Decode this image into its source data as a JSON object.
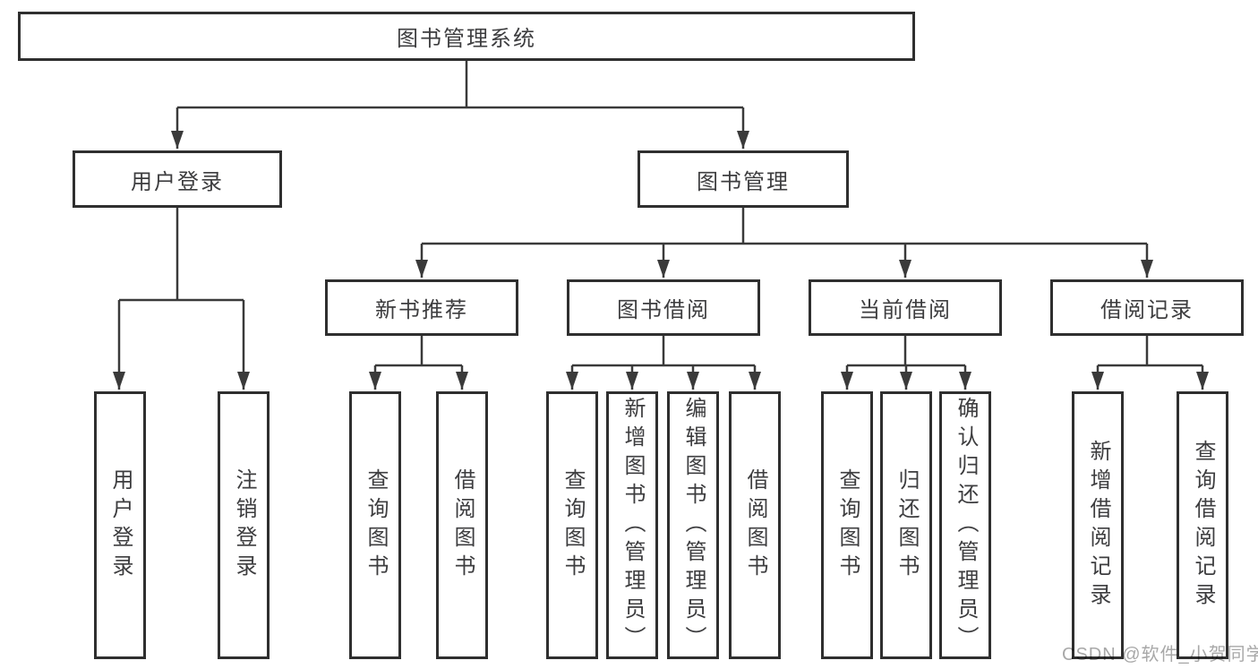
{
  "title": "图书管理系统",
  "watermark": "CSDN @软件_小贺同学",
  "colors": {
    "line": "#3a3a3a",
    "box_border": "#2f2f2f",
    "box_background": "#ffffff",
    "text": "#3d3d3f",
    "watermark": "#a8a8a8",
    "page_background": "#ffffff"
  },
  "tree": {
    "root": {
      "label": "图书管理系统",
      "children": [
        {
          "label": "用户登录",
          "children": [
            {
              "label": "用户登录"
            },
            {
              "label": "注销登录"
            }
          ]
        },
        {
          "label": "图书管理",
          "children": [
            {
              "label": "新书推荐",
              "children": [
                {
                  "label": "查询图书"
                },
                {
                  "label": "借阅图书"
                }
              ]
            },
            {
              "label": "图书借阅",
              "children": [
                {
                  "label": "查询图书"
                },
                {
                  "label": "新增图书（管理员）"
                },
                {
                  "label": "编辑图书（管理员）"
                },
                {
                  "label": "借阅图书"
                }
              ]
            },
            {
              "label": "当前借阅",
              "children": [
                {
                  "label": "查询图书"
                },
                {
                  "label": "归还图书"
                },
                {
                  "label": "确认归还（管理员）"
                }
              ]
            },
            {
              "label": "借阅记录",
              "children": [
                {
                  "label": "新增借阅记录"
                },
                {
                  "label": "查询借阅记录"
                }
              ]
            }
          ]
        }
      ]
    }
  }
}
